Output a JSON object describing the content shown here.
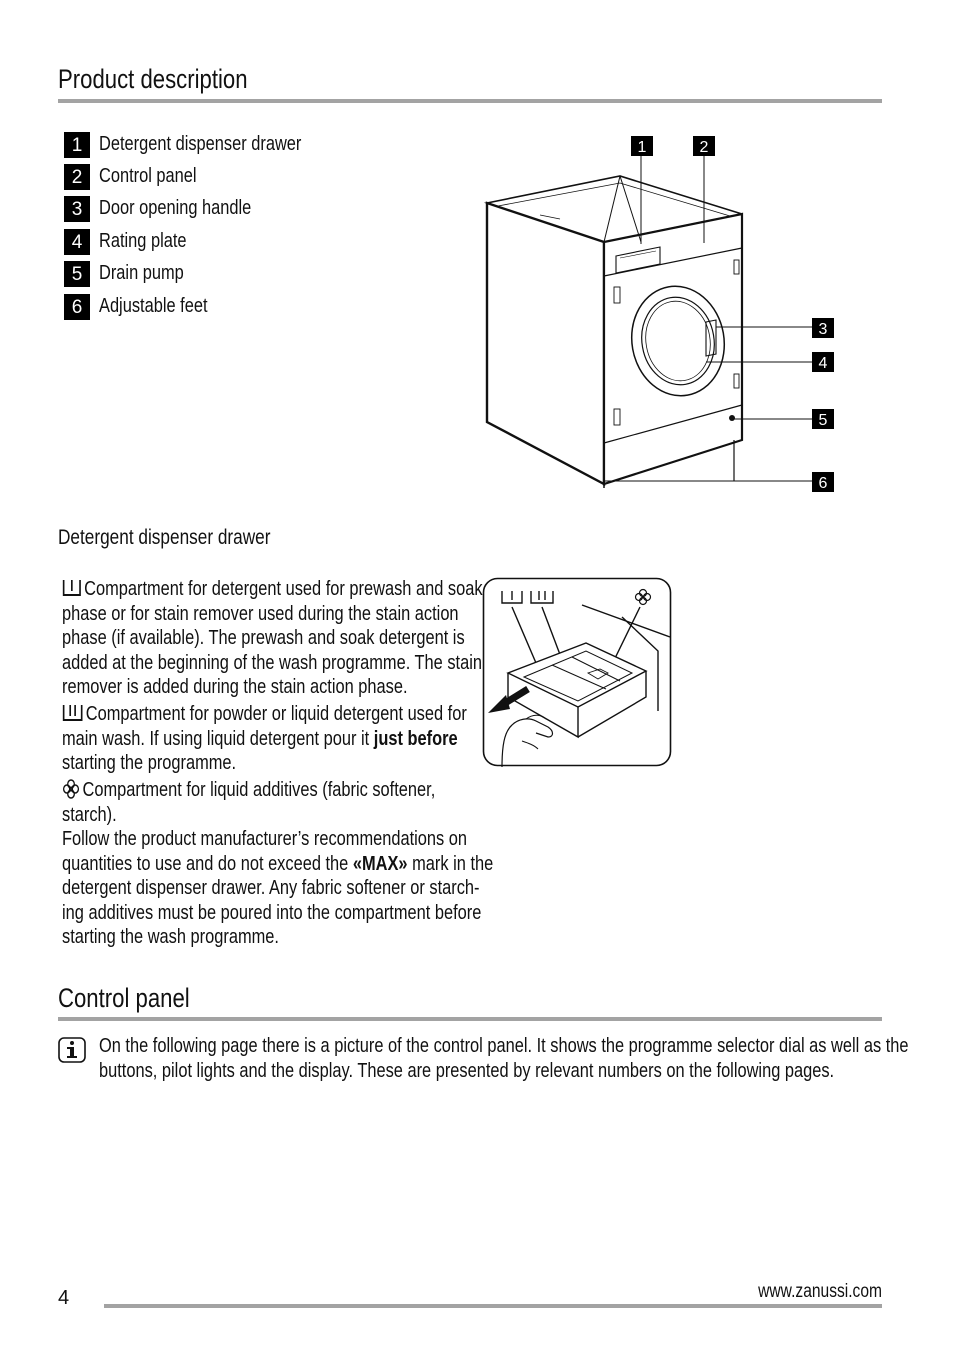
{
  "sections": {
    "product": {
      "title": "Product description"
    },
    "control": {
      "title": "Control panel"
    }
  },
  "legend": [
    {
      "num": "1",
      "label": "Detergent dispenser drawer"
    },
    {
      "num": "2",
      "label": "Control panel"
    },
    {
      "num": "3",
      "label": "Door opening handle"
    },
    {
      "num": "4",
      "label": "Rating plate"
    },
    {
      "num": "5",
      "label": "Drain pump"
    },
    {
      "num": "6",
      "label": "Adjustable feet"
    }
  ],
  "callouts": [
    "1",
    "2",
    "3",
    "4",
    "5",
    "6"
  ],
  "dispenser": {
    "title": "Detergent dispenser drawer",
    "p1": [
      "Compartment for detergent used for prewash and soak",
      "phase or for stain remover used during the stain action",
      "phase (if available). The prewash and soak detergent is",
      "added at the beginning of the wash programme. The stain",
      "remover is added during the stain action phase."
    ],
    "p2": {
      "l1": "Compartment for powder or liquid detergent used for",
      "l2a": "main wash. If using liquid detergent pour it ",
      "l2b": "just before",
      "l3": "starting the programme."
    },
    "p3": {
      "l1": "Compartment for liquid additives (fabric softener,",
      "l2": "starch)."
    },
    "p4": {
      "l1": "Follow the product manufacturer’s recommendations on",
      "l2a": "quantities to use and do not exceed the ",
      "l2b": "«MAX»",
      "l2c": " mark in the",
      "l3": "detergent dispenser drawer. Any fabric softener or starch-",
      "l4": "ing additives must be poured into the compartment before",
      "l5": "starting the wash programme."
    }
  },
  "info": {
    "l1": "On the following page there is a picture of the control panel. It shows the programme selector dial as well as the",
    "l2": "buttons, pilot lights and the display. These are presented by relevant numbers on the following pages."
  },
  "footer": {
    "page": "4",
    "url": "www.zanussi.com"
  },
  "icons": {
    "prewash": "compartment-I-icon",
    "mainwash": "compartment-II-icon",
    "softener": "flower-icon",
    "info": "info-icon"
  }
}
